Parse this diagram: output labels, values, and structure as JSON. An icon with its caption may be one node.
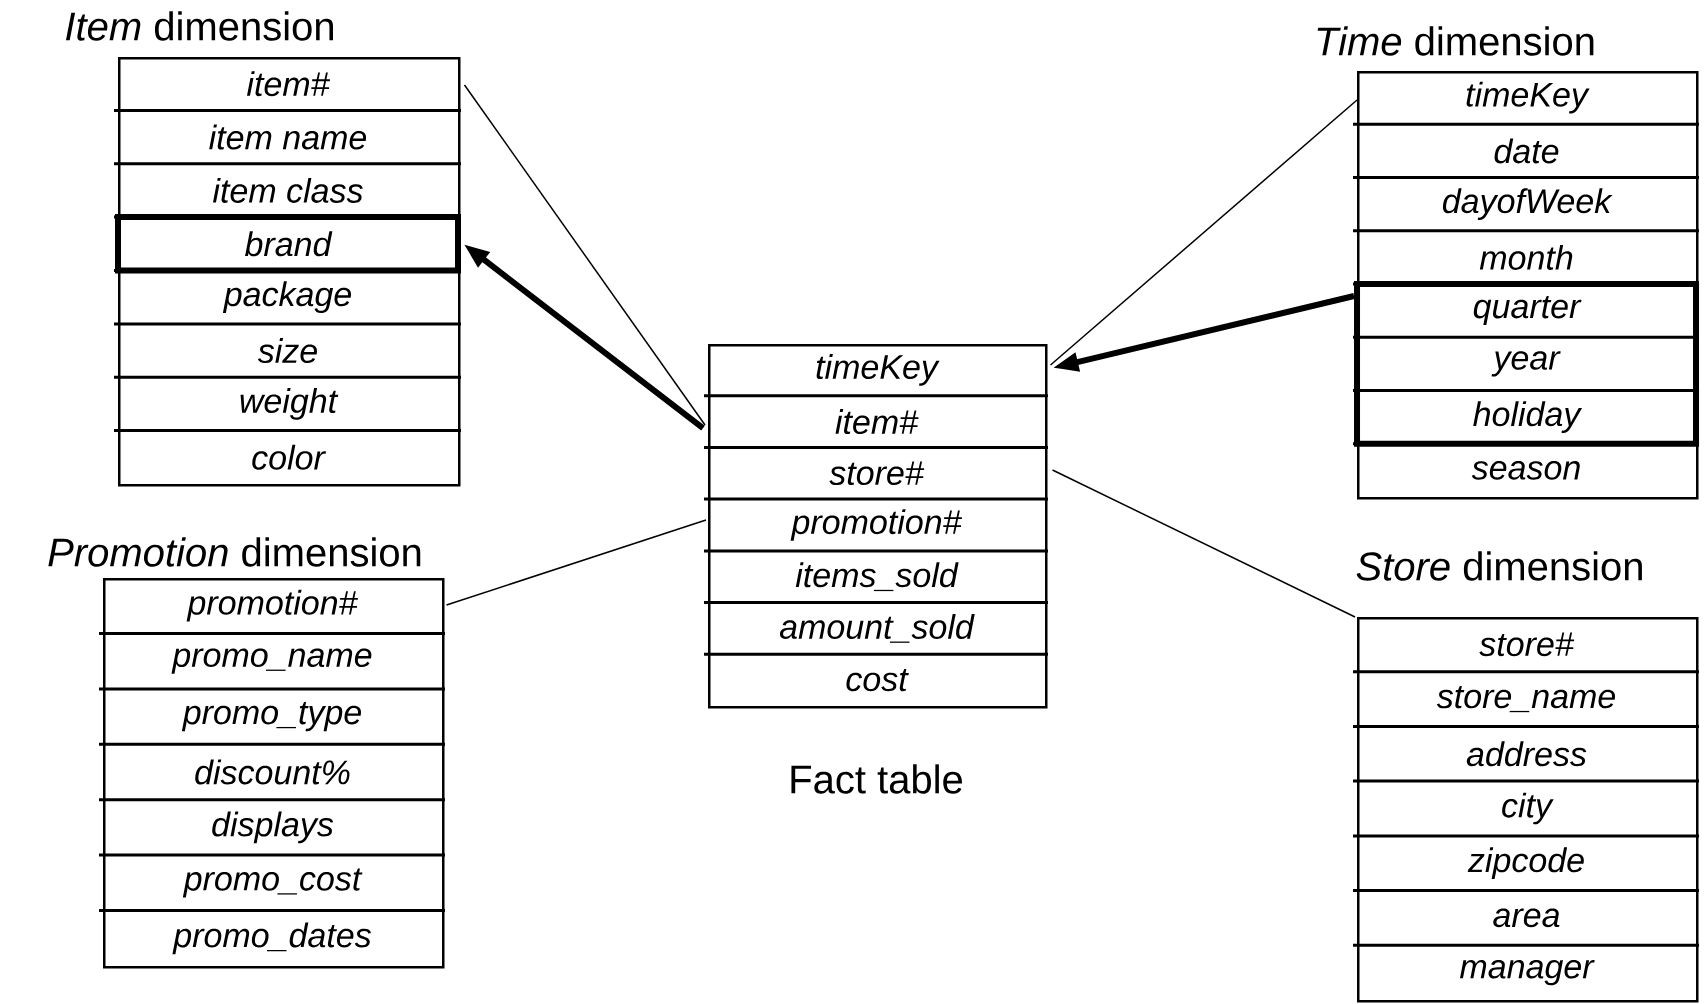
{
  "diagram": {
    "nodes": [
      {
        "text": [
          "*Item* dimension",
          "item#",
          "item name",
          "item class",
          "brand",
          "package",
          "size",
          "weight",
          "color"
        ]
      },
      {
        "text": [
          "*Time* dimension",
          "timeKey",
          "date",
          "dayofWeek",
          "month",
          "quarter",
          "year",
          "holiday",
          "season"
        ]
      },
      {
        "text": [
          "*Promotion* dimension",
          "promotion#",
          "promo_name",
          "promo_type",
          "discount%",
          "displays",
          "promo_cost",
          "promo_dates"
        ]
      },
      {
        "text": [
          "timeKey",
          "item#",
          "store#",
          "promotion#",
          "items_sold",
          "amount_sold",
          "cost"
        ],
        "beside": [
          "Fact table"
        ]
      },
      {
        "text": [
          "*Store* dimension",
          "store#",
          "store_name",
          "address",
          "city",
          "zipcode",
          "area",
          "manager"
        ]
      }
    ],
    "edges": [
      {
        "from": 3,
        "to": 0,
        "arrow": "none"
      },
      {
        "from": 3,
        "to": 0,
        "arrow": "to",
        "style": "thick"
      },
      {
        "from": 3,
        "to": 1,
        "arrow": "none"
      },
      {
        "from": 1,
        "to": 3,
        "arrow": "to",
        "style": "thick"
      },
      {
        "from": 3,
        "to": 2,
        "arrow": "none"
      },
      {
        "from": 3,
        "to": 4,
        "arrow": "none"
      }
    ]
  }
}
